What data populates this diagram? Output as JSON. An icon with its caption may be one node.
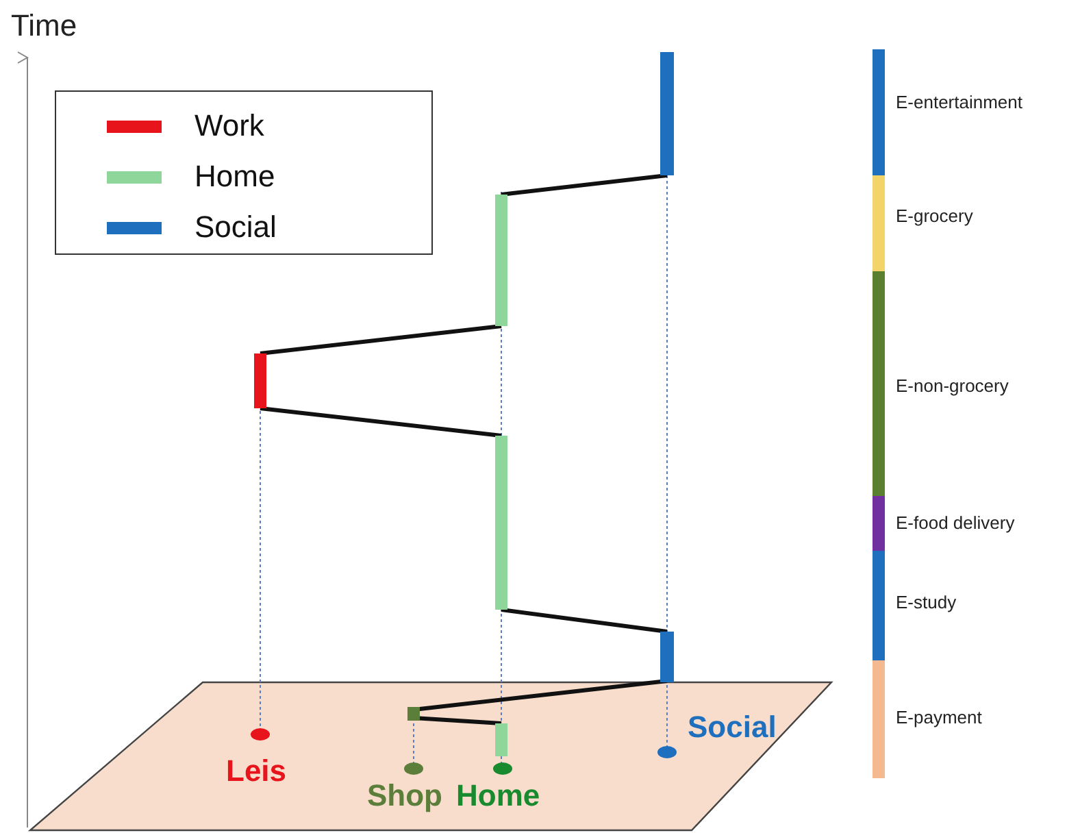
{
  "diagram": {
    "nodes": [
      {
        "text": [
          "Leis"
        ]
      },
      {
        "text": [
          "Shop"
        ]
      },
      {
        "text": [
          "Home"
        ]
      },
      {
        "text": [
          "Social"
        ]
      }
    ],
    "labels": [
      "Time",
      "E-entertainment",
      "E-grocery",
      "E-non-grocery",
      "E-food delivery",
      "E-study",
      "E-payment"
    ],
    "legend": [
      {
        "text": "Work",
        "color": "#e8141b"
      },
      {
        "text": "Home",
        "color": "#8fd69a"
      },
      {
        "text": "Social",
        "color": "#1f6fbf"
      }
    ]
  }
}
